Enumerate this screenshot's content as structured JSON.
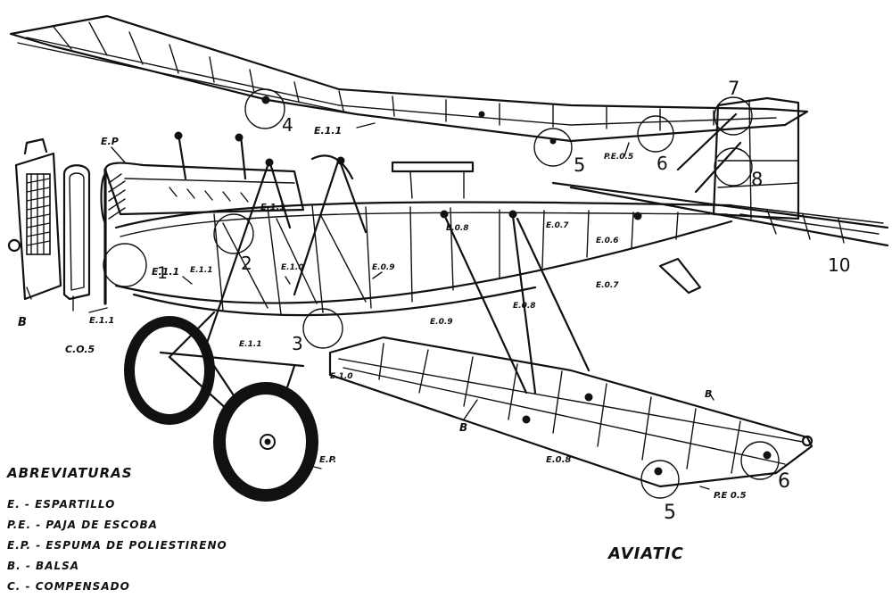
{
  "title": "AVIATIC",
  "legend": {
    "heading": "ABREVIATURAS",
    "items": [
      "E. - ESPARTILLO",
      "P.E. - PAJA DE ESCOBA",
      "E.P. - ESPUMA DE POLIESTIRENO",
      "B. - BALSA",
      "C. - COMPENSADO"
    ]
  },
  "detail_numbers": [
    "1",
    "2",
    "3",
    "4",
    "5",
    "6",
    "7",
    "8",
    "10",
    "5",
    "6"
  ],
  "part_labels": [
    "E.P",
    "E.1.1",
    "E.1.1",
    "E.1.1",
    "E.1.0",
    "E.0.9",
    "E.0.8",
    "E.0.7",
    "E.0.6",
    "E.0.7",
    "E.0.8",
    "E.0.9",
    "E.1.1",
    "E.1.1",
    "E.1.0",
    "E.0.8",
    "P.E.0.5",
    "P.E 0.5",
    "B",
    "C.O.5",
    "B",
    "B",
    "E.P.",
    "E.1.1"
  ]
}
